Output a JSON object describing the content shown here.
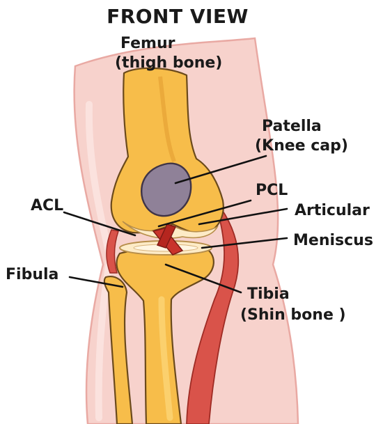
{
  "title": "FRONT VIEW",
  "labels": {
    "femur": "Femur",
    "femur_sub": "(thigh bone)",
    "patella": "Patella",
    "patella_sub": "(Knee cap)",
    "pcl": "PCL",
    "acl": "ACL",
    "articular": "Articular",
    "meniscus": "Meniscus",
    "fibula": "Fibula",
    "tibia": "Tibia",
    "tibia_sub": "(Shin bone )"
  },
  "colors": {
    "skin": "#f7d2cc",
    "skin_edge": "#e9a9a3",
    "bone": "#f7bd4a",
    "bone_light": "#fcd77a",
    "bone_shade": "#e6a335",
    "patella": "#8f8198",
    "ligament": "#c9332b",
    "muscle": "#d9534a",
    "cartilage": "#fdebc7",
    "leader": "#111111",
    "text": "#1a1a1a"
  }
}
